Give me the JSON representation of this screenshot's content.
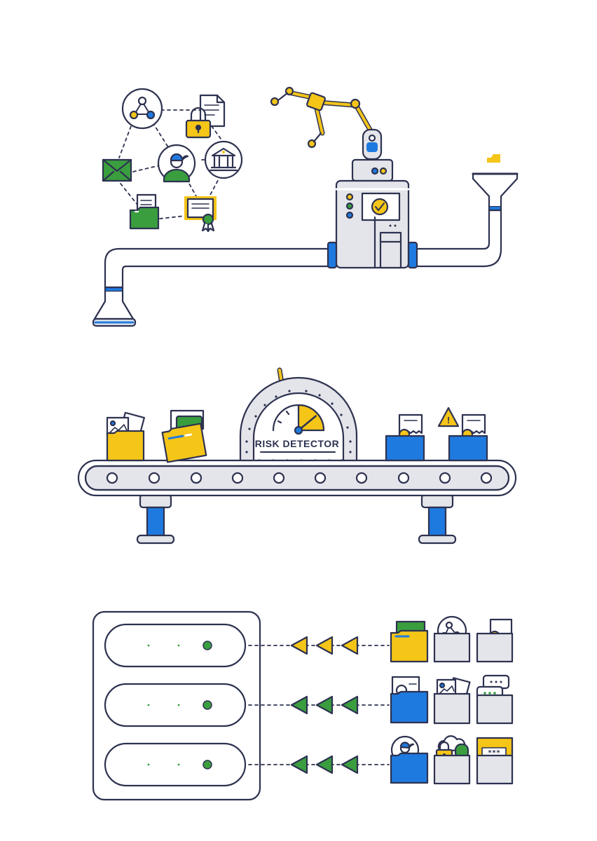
{
  "risk_detector": {
    "label": "RISK DETECTOR",
    "gauge_level": 0.78
  },
  "screen": {
    "check_symbol": "✓"
  },
  "warning": {
    "symbol": "!"
  },
  "password_card": {
    "mask": "***"
  },
  "colors": {
    "outline": "#2d3250",
    "blue": "#1f7ae0",
    "yellow": "#f5c518",
    "green": "#3a9e3f",
    "gray": "#e4e5ea",
    "white": "#ffffff"
  },
  "icons": {
    "network": [
      "share-network-icon",
      "document-icon",
      "padlock-icon",
      "envelope-icon",
      "user-avatar-icon",
      "bank-icon",
      "folder-icon",
      "certificate-icon"
    ],
    "conveyor_items": [
      "image-folder-icon",
      "card-folder-icon",
      "receipt-folder-icon",
      "warning-receipt-folder-icon"
    ],
    "server_rows": [
      {
        "arrow_color": "yellow",
        "items": [
          "card-folder-icon",
          "share-folder-icon",
          "receipt-folder-icon"
        ]
      },
      {
        "arrow_color": "green",
        "items": [
          "id-folder-icon",
          "image-folder-icon",
          "chat-folder-icon"
        ]
      },
      {
        "arrow_color": "green",
        "items": [
          "user-folder-icon",
          "cloud-lock-folder-icon",
          "password-folder-icon"
        ]
      }
    ]
  }
}
